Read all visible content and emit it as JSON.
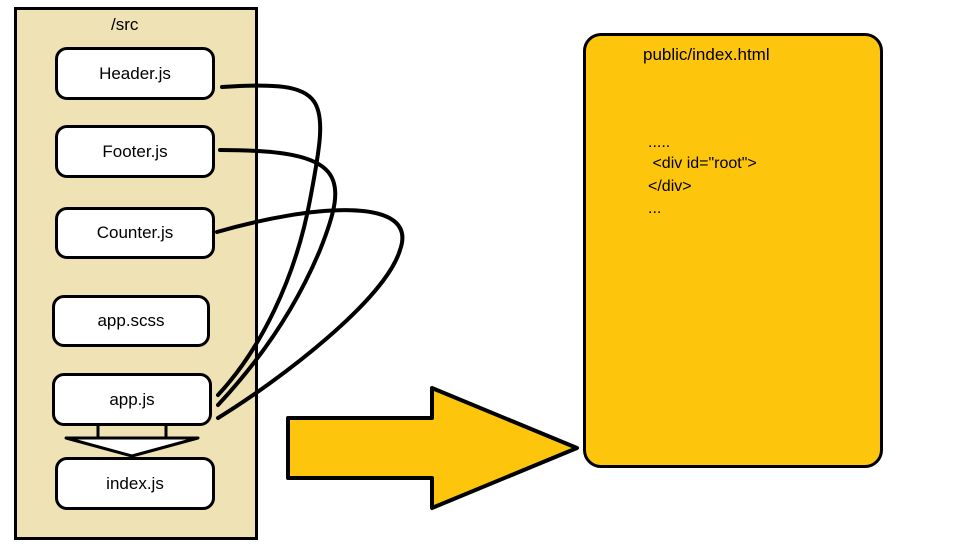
{
  "src_folder": {
    "title": "/src",
    "files": [
      "Header.js",
      "Footer.js",
      "Counter.js",
      "app.scss",
      "app.js",
      "index.js"
    ]
  },
  "public_file": {
    "title": "public/index.html",
    "code_lines": [
      ".....",
      " <div id=\"root\">",
      "</div>",
      "..."
    ]
  },
  "colors": {
    "src_panel_fill": "#efe2b4",
    "public_panel_fill": "#fdc60c",
    "arrow_fill": "#fdc60c",
    "stroke": "#000000"
  }
}
